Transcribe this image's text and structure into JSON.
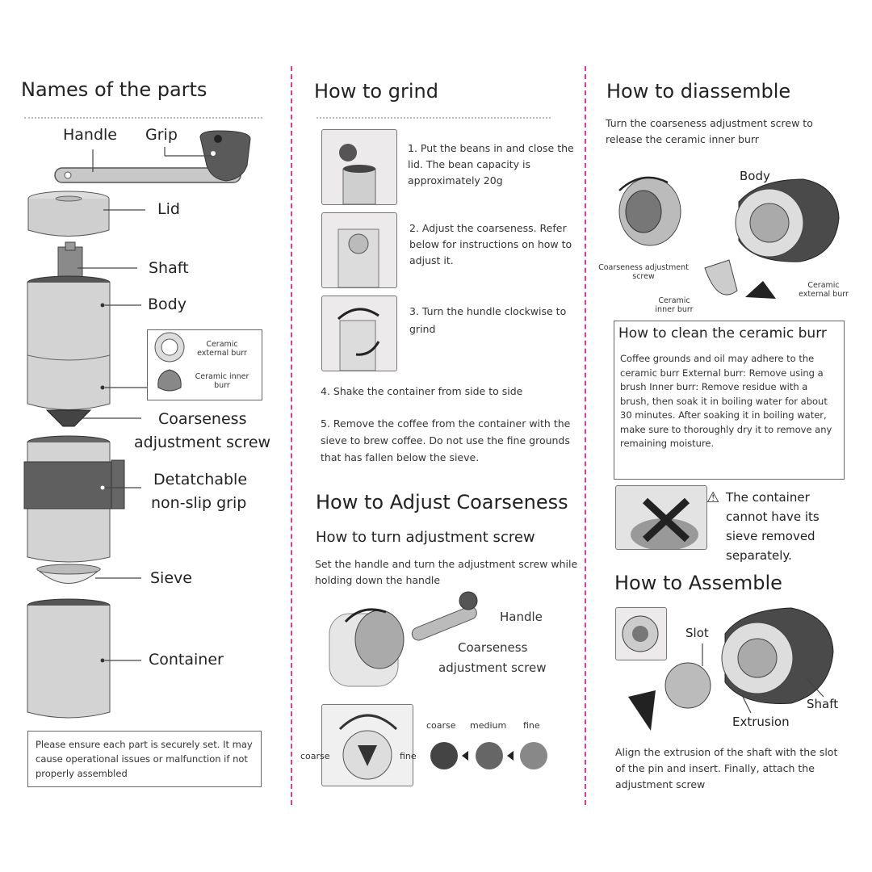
{
  "colors": {
    "divider": "#e33b8f",
    "metal": "#cfcfcf",
    "dark": "#555555"
  },
  "parts": {
    "title": "Names of the parts",
    "handle": "Handle",
    "grip": "Grip",
    "lid": "Lid",
    "shaft": "Shaft",
    "body": "Body",
    "burr_external": "Ceramic external burr",
    "burr_inner": "Ceramic inner burr",
    "coarseness_line1": "Coarseness",
    "coarseness_line2": "adjustment screw",
    "grip2_line1": "Detatchable",
    "grip2_line2": "non-slip grip",
    "sieve": "Sieve",
    "container": "Container",
    "note": "Please ensure each part is securely set. It may cause operational issues or malfunction  if not properly assembled"
  },
  "grind": {
    "title": "How to grind",
    "step1": "1.  Put the beans in and close the lid. The bean capacity is approximately 20g",
    "step2": "2. Adjust the coarseness. Refer below for instructions on how to adjust it.",
    "step3": "3. Turn the hundle clockwise to grind",
    "step4": "4. Shake the container from side to side",
    "step5": "5. Remove the coffee from the container with  the sieve to brew coffee. Do not use the fine grounds that has fallen below the sieve."
  },
  "adjust": {
    "title": "How to Adjust Coarseness",
    "subtitle": "How to turn adjustment screw",
    "text": "Set the handle and turn the adjustment screw while holding down the handle",
    "handle": "Handle",
    "screw_line1": "Coarseness",
    "screw_line2": "adjustment screw",
    "dial_coarse": "coarse",
    "dial_fine": "fine",
    "scale": [
      "coarse",
      "medium",
      "fine"
    ]
  },
  "disassemble": {
    "title": "How to diassemble",
    "text": "Turn the coarseness adjustment screw to release the ceramic inner burr",
    "body": "Body",
    "screw": "Coarseness adjustment screw",
    "inner": "Ceramic inner burr",
    "external": "Ceramic external burr"
  },
  "clean": {
    "title": "How to clean the ceramic burr",
    "text": "Coffee grounds and oil may adhere to the ceramic burr External burr: Remove using a brush Inner burr:  Remove residue with a brush, then soak it in boiling water for about 30 minutes. After soaking it in boiling water, make sure to thoroughly dry it to remove any remaining moisture.",
    "warning": "The container cannot have its sieve removed separately."
  },
  "assemble": {
    "title": "How to Assemble",
    "slot": "Slot",
    "shaft": "Shaft",
    "extrusion": "Extrusion",
    "text": "Align the extrusion of the shaft with the slot of the pin and insert. Finally, attach the adjustment screw"
  }
}
